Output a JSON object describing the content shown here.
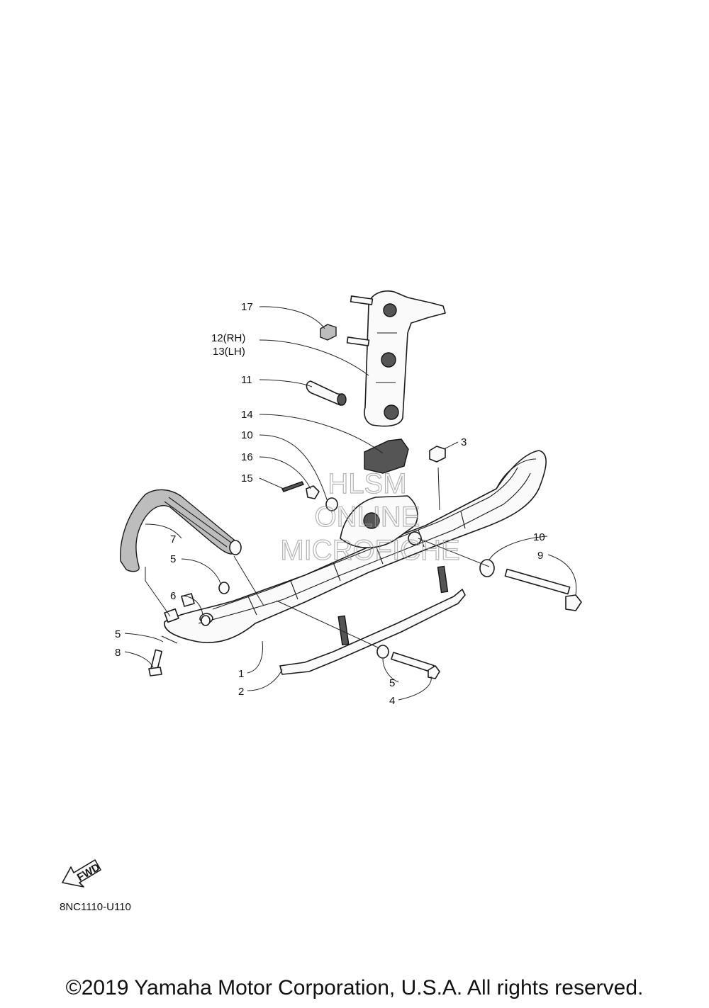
{
  "diagram": {
    "code": "8NC1110-U110",
    "fwd_label": "FWD",
    "callouts": [
      {
        "id": "c17",
        "label": "17"
      },
      {
        "id": "c12",
        "label": "12(RH)"
      },
      {
        "id": "c13",
        "label": "13(LH)"
      },
      {
        "id": "c11",
        "label": "11"
      },
      {
        "id": "c14",
        "label": "14"
      },
      {
        "id": "c10a",
        "label": "10"
      },
      {
        "id": "c16",
        "label": "16"
      },
      {
        "id": "c15",
        "label": "15"
      },
      {
        "id": "c3",
        "label": "3"
      },
      {
        "id": "c7",
        "label": "7"
      },
      {
        "id": "c5a",
        "label": "5"
      },
      {
        "id": "c6",
        "label": "6"
      },
      {
        "id": "c10b",
        "label": "10"
      },
      {
        "id": "c9",
        "label": "9"
      },
      {
        "id": "c5b",
        "label": "5"
      },
      {
        "id": "c8",
        "label": "8"
      },
      {
        "id": "c1",
        "label": "1"
      },
      {
        "id": "c2",
        "label": "2"
      },
      {
        "id": "c5c",
        "label": "5"
      },
      {
        "id": "c4",
        "label": "4"
      }
    ]
  },
  "watermark": {
    "line1": "HLSM",
    "line2": "ONLINE",
    "line3": "MICROFICHE"
  },
  "footer": {
    "copyright": "©2019 Yamaha Motor Corporation, U.S.A. All rights reserved."
  }
}
